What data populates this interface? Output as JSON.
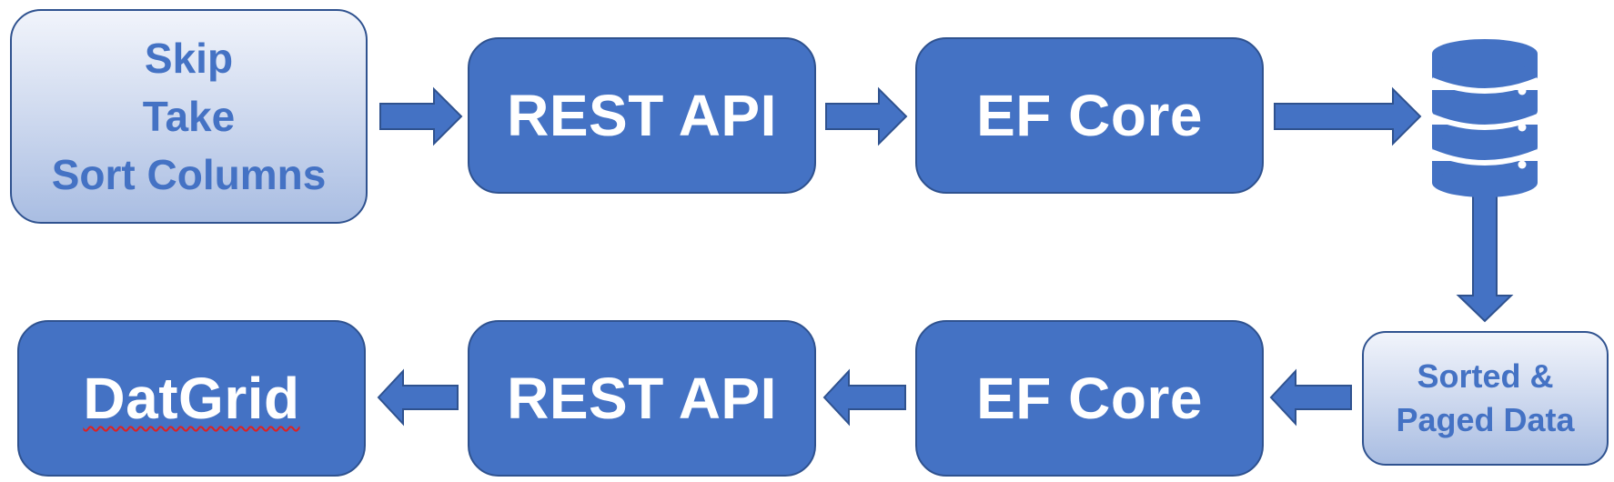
{
  "diagram": {
    "input": {
      "lines": [
        "Skip",
        "Take",
        "Sort Columns"
      ]
    },
    "top_row": {
      "api_label": "REST API",
      "orm_label": "EF Core"
    },
    "bottom_row": {
      "orm_label": "EF Core",
      "api_label": "REST API",
      "grid_label": "DatGrid"
    },
    "output": {
      "lines": [
        "Sorted &",
        "Paged Data"
      ]
    },
    "database_icon": "database-icon",
    "colors": {
      "primary": "#4472c4",
      "border": "#2f528f",
      "light_top": "#f1f4fb",
      "light_bottom": "#a9bde2"
    }
  }
}
